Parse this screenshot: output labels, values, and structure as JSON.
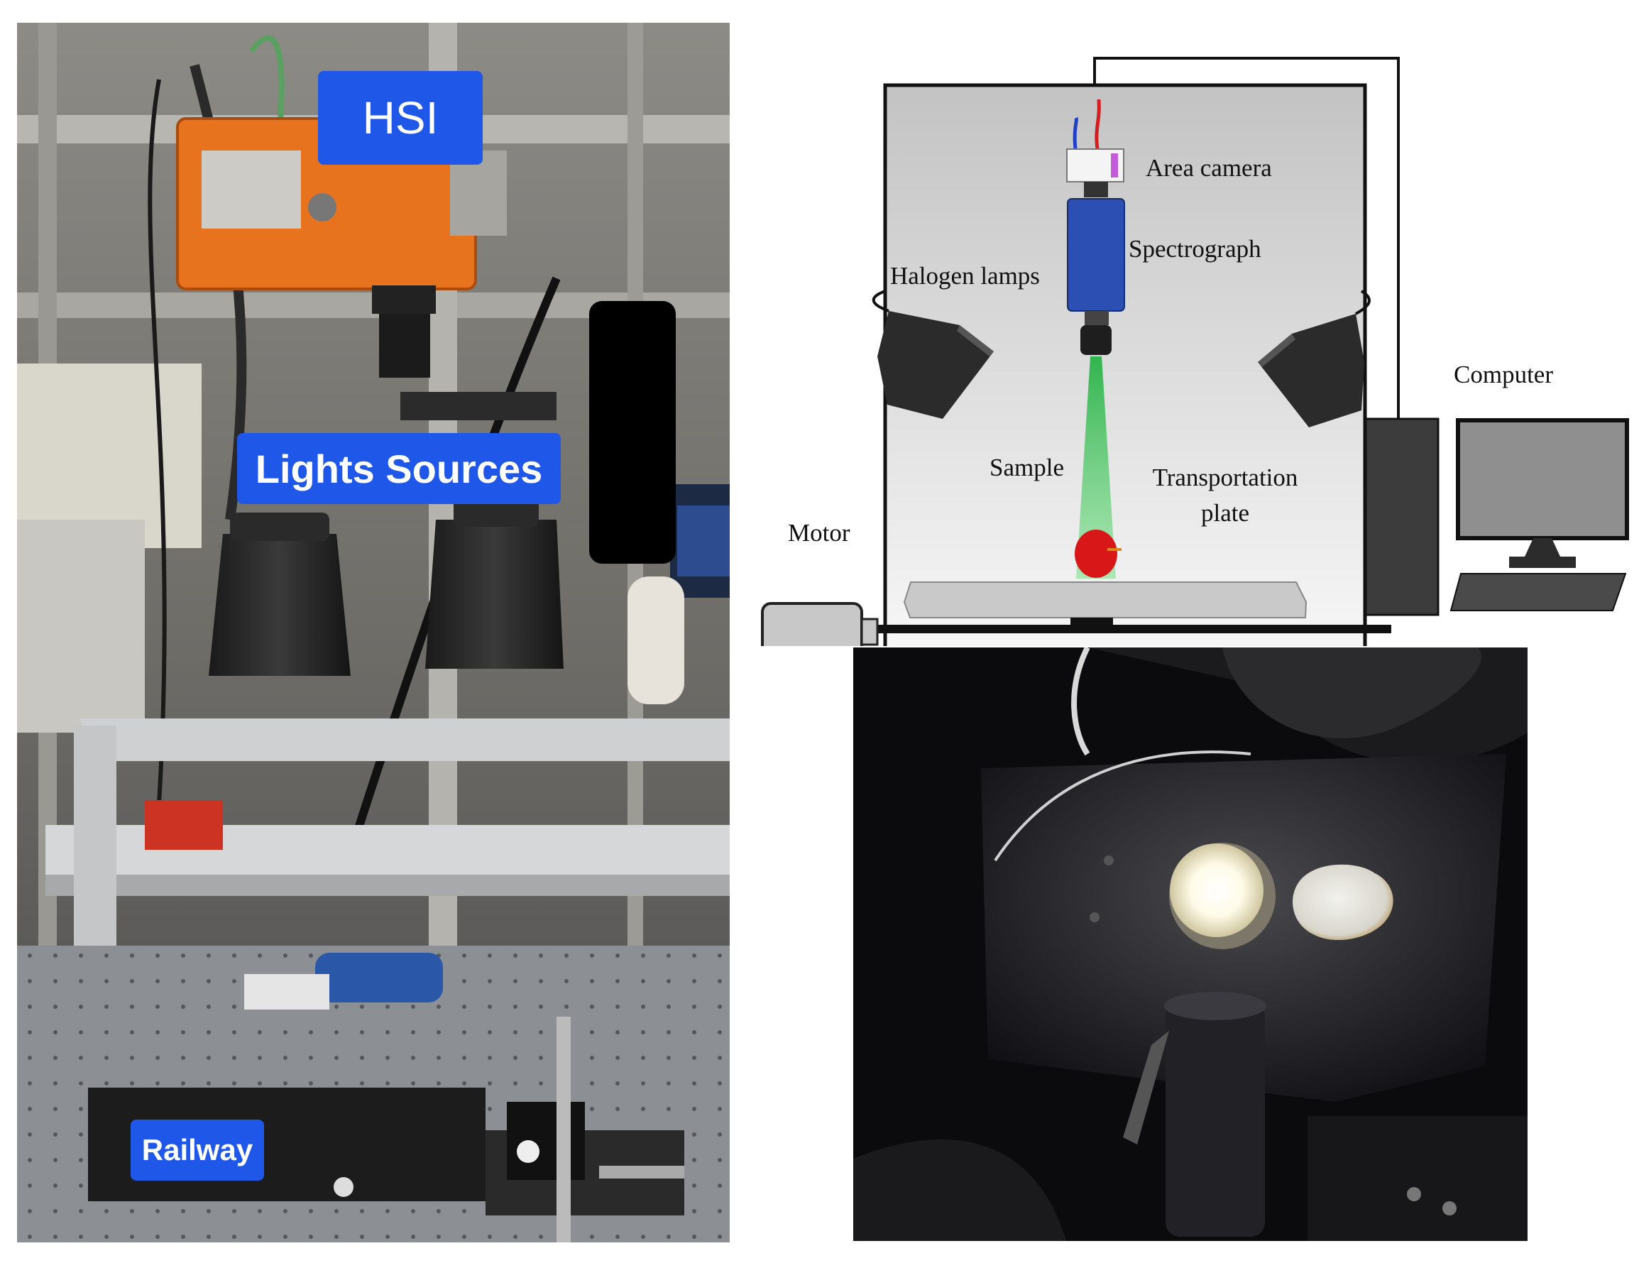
{
  "labels": {
    "hsi": "HSI",
    "lights_sources": "Lights Sources",
    "railway": "Railway"
  },
  "schematic": {
    "area_camera": "Area camera",
    "spectrograph": "Spectrograph",
    "halogen_lamps": "Halogen lamps",
    "computer": "Computer",
    "sample": "Sample",
    "transportation_plate_line1": "Transportation",
    "transportation_plate_line2": "plate",
    "motor": "Motor"
  },
  "colors": {
    "label_bg": "#1f57e8",
    "camera_orange": "#e8731f",
    "spectrograph_blue": "#2b4fb3",
    "sample_red": "#d81818",
    "beam_green": "#3ccf55"
  }
}
